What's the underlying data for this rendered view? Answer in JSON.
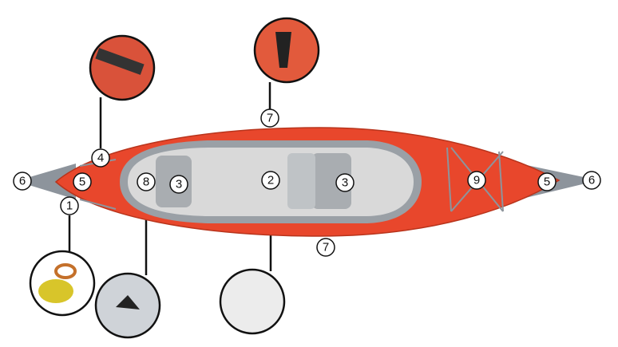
{
  "diagram": {
    "subject": "kayak",
    "callouts": [
      {
        "id": "c6a",
        "label": "6"
      },
      {
        "id": "c5a",
        "label": "5"
      },
      {
        "id": "c1",
        "label": "1"
      },
      {
        "id": "c4",
        "label": "4"
      },
      {
        "id": "c8",
        "label": "8"
      },
      {
        "id": "c3a",
        "label": "3"
      },
      {
        "id": "c2",
        "label": "2"
      },
      {
        "id": "c3b",
        "label": "3"
      },
      {
        "id": "c7a",
        "label": "7"
      },
      {
        "id": "c7b",
        "label": "7"
      },
      {
        "id": "c9",
        "label": "9"
      },
      {
        "id": "c5b",
        "label": "5"
      },
      {
        "id": "c6b",
        "label": "6"
      }
    ],
    "colors": {
      "hull": "#e8472c",
      "hull_dark": "#c7381f",
      "floor": "#d9d9d9",
      "tips": "#8d949c",
      "outline": "#111111"
    }
  }
}
